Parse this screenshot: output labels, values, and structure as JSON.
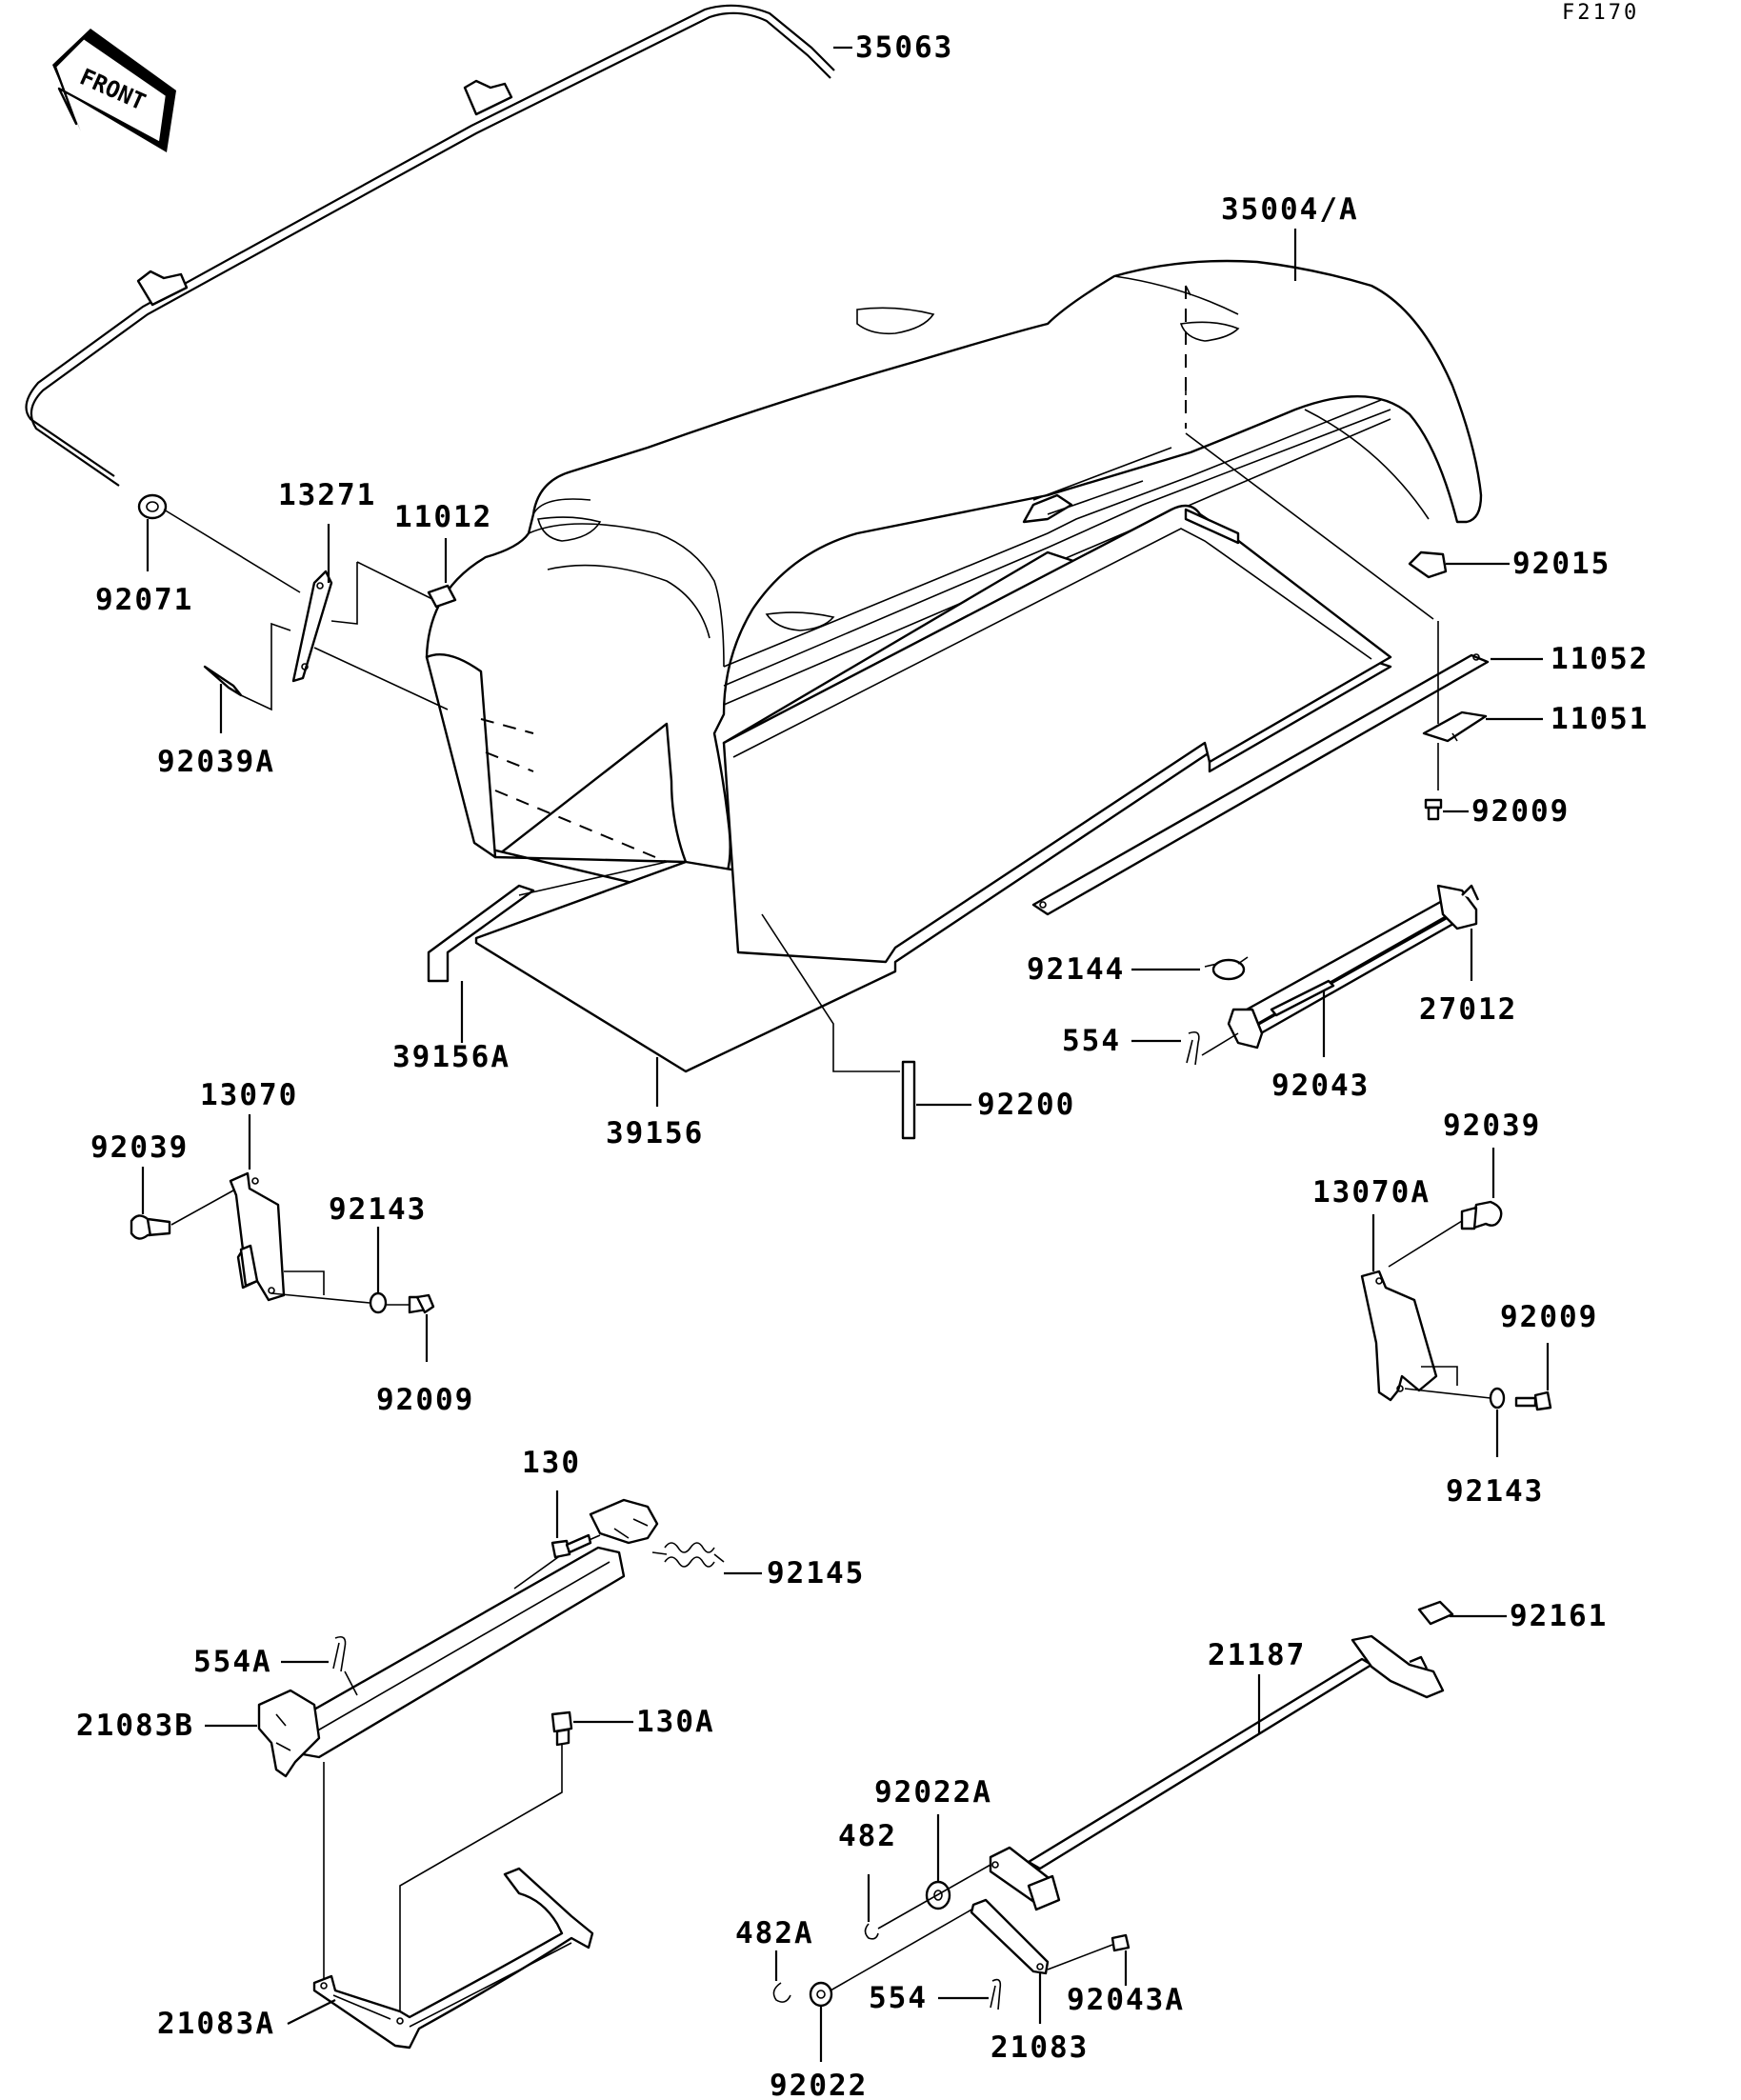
{
  "diagram_code": "F2170",
  "front_label": "FRONT",
  "colors": {
    "ink": "#000000",
    "paper": "#ffffff"
  },
  "labels": {
    "p35063": "35063",
    "p35004A": "35004/A",
    "p13271": "13271",
    "p11012": "11012",
    "p92071": "92071",
    "p92039A": "92039A",
    "p92015": "92015",
    "p11052": "11052",
    "p11051": "11051",
    "p92009a": "92009",
    "p92144": "92144",
    "p27012": "27012",
    "p554a": "554",
    "p92043": "92043",
    "p39156A": "39156A",
    "p39156": "39156",
    "p92200": "92200",
    "p13070": "13070",
    "p92039a": "92039",
    "p92143a": "92143",
    "p92009b": "92009",
    "p92039b": "92039",
    "p13070A": "13070A",
    "p92009c": "92009",
    "p92143b": "92143",
    "p130": "130",
    "p92145": "92145",
    "p554A": "554A",
    "p21083B": "21083B",
    "p130A": "130A",
    "p92161": "92161",
    "p21187": "21187",
    "p92022A": "92022A",
    "p482": "482",
    "p482A": "482A",
    "p554b": "554",
    "p92043A": "92043A",
    "p21083": "21083",
    "p21083A": "21083A",
    "p92022": "92022"
  }
}
